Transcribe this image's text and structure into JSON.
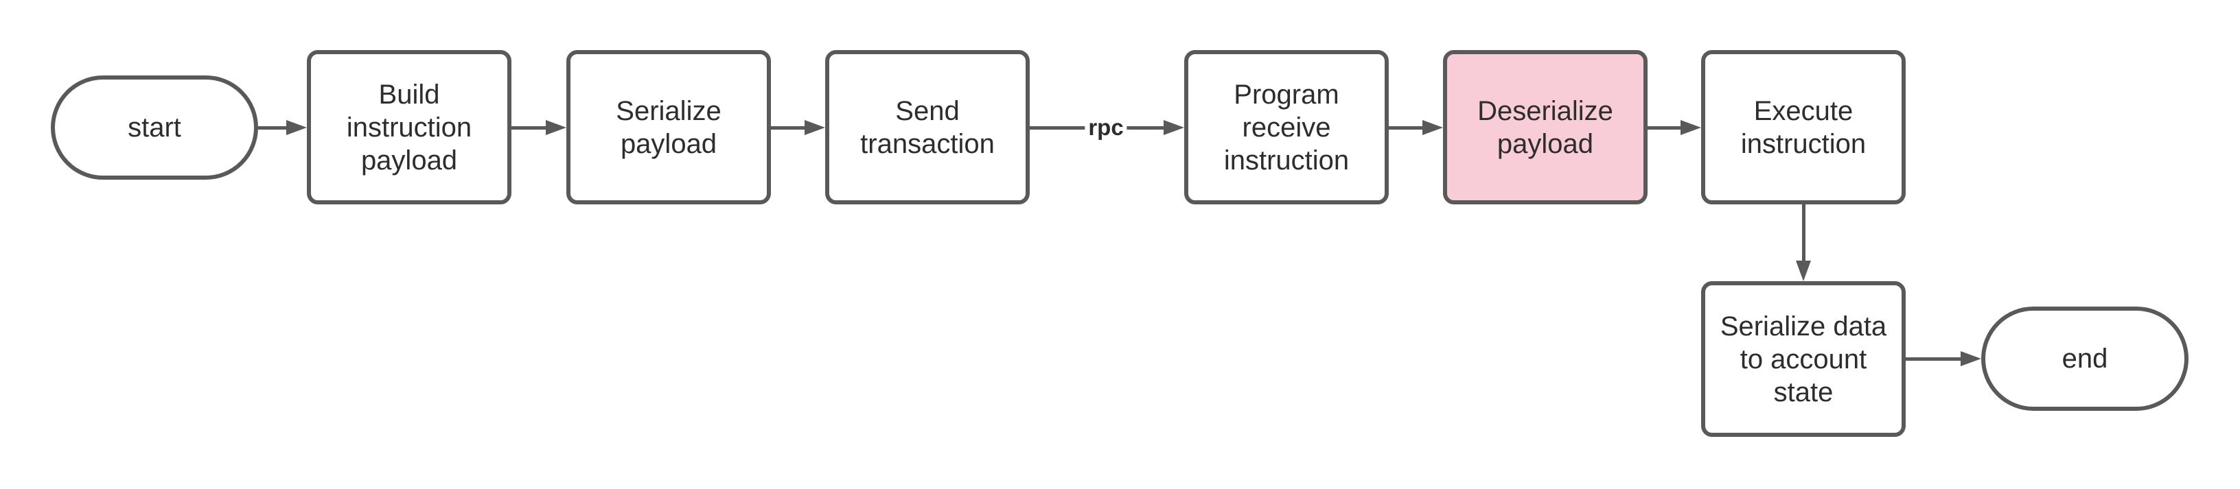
{
  "diagram": {
    "type": "flowchart",
    "colors": {
      "stroke": "#595959",
      "text": "#2d2d2d",
      "node_fill": "#ffffff",
      "highlight_fill": "#f8cdd8",
      "background": "#ffffff"
    },
    "nodes": [
      {
        "id": "start",
        "type": "terminator",
        "label": "start",
        "highlighted": false
      },
      {
        "id": "build-instruction-payload",
        "type": "process",
        "label": "Build\ninstruction\npayload",
        "highlighted": false
      },
      {
        "id": "serialize-payload",
        "type": "process",
        "label": "Serialize\npayload",
        "highlighted": false
      },
      {
        "id": "send-transaction",
        "type": "process",
        "label": "Send\ntransaction",
        "highlighted": false
      },
      {
        "id": "program-receive-instruction",
        "type": "process",
        "label": "Program\nreceive\ninstruction",
        "highlighted": false
      },
      {
        "id": "deserialize-payload",
        "type": "process",
        "label": "Deserialize\npayload",
        "highlighted": true
      },
      {
        "id": "execute-instruction",
        "type": "process",
        "label": "Execute\ninstruction",
        "highlighted": false
      },
      {
        "id": "serialize-data-to-account-state",
        "type": "process",
        "label": "Serialize data\nto account\nstate",
        "highlighted": false
      },
      {
        "id": "end",
        "type": "terminator",
        "label": "end",
        "highlighted": false
      }
    ],
    "edges": [
      {
        "from": "start",
        "to": "build-instruction-payload",
        "label": ""
      },
      {
        "from": "build-instruction-payload",
        "to": "serialize-payload",
        "label": ""
      },
      {
        "from": "serialize-payload",
        "to": "send-transaction",
        "label": ""
      },
      {
        "from": "send-transaction",
        "to": "program-receive-instruction",
        "label": "rpc"
      },
      {
        "from": "program-receive-instruction",
        "to": "deserialize-payload",
        "label": ""
      },
      {
        "from": "deserialize-payload",
        "to": "execute-instruction",
        "label": ""
      },
      {
        "from": "execute-instruction",
        "to": "serialize-data-to-account-state",
        "label": ""
      },
      {
        "from": "serialize-data-to-account-state",
        "to": "end",
        "label": ""
      }
    ]
  }
}
